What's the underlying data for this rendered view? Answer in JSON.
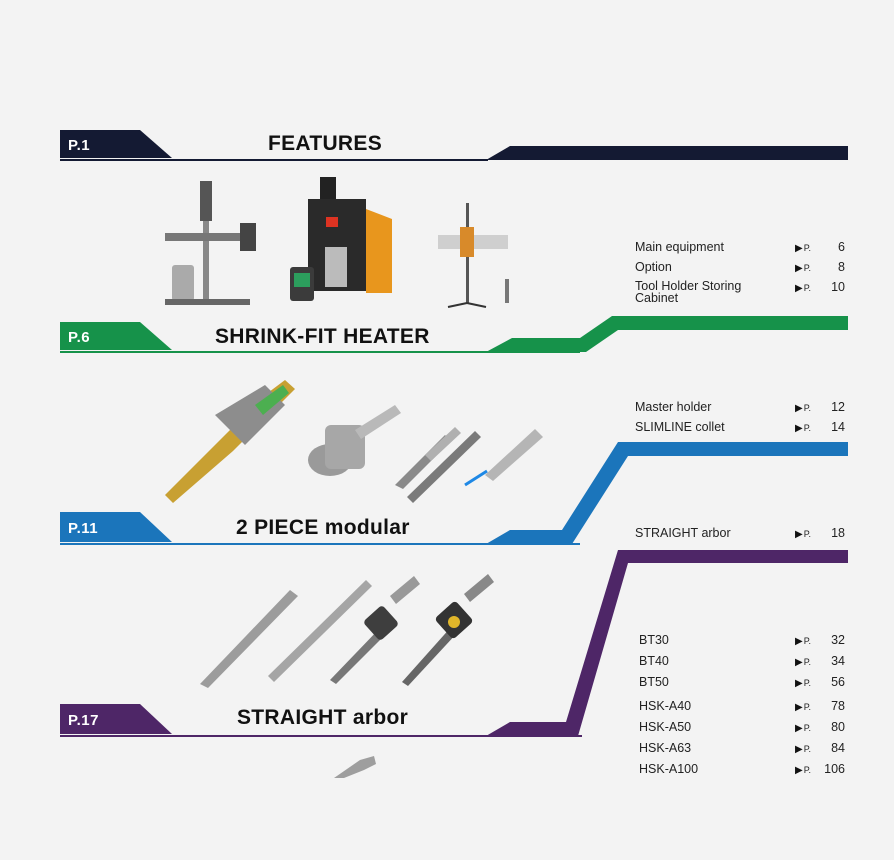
{
  "colors": {
    "features": "#141a33",
    "shrink_fit": "#16924a",
    "modular": "#1b75bb",
    "straight": "#4e2667"
  },
  "sections": [
    {
      "page_tag": "P.1",
      "title": "FEATURES",
      "icon": "machine-equipment-icon",
      "toc": [
        {
          "label": "Main equipment",
          "prefix": "P.",
          "page": "6"
        },
        {
          "label": "Option",
          "prefix": "P.",
          "page": "8"
        },
        {
          "label": "Tool Holder Storing Cabinet",
          "prefix": "P.",
          "page": "10"
        }
      ]
    },
    {
      "page_tag": "P.6",
      "title": "SHRINK-FIT HEATER",
      "icon": "holder-collet-icon",
      "toc": [
        {
          "label": "Master holder",
          "prefix": "P.",
          "page": "12"
        },
        {
          "label": "SLIMLINE collet",
          "prefix": "P.",
          "page": "14"
        }
      ]
    },
    {
      "page_tag": "P.11",
      "title": "2 PIECE modular",
      "icon": "straight-arbor-icon",
      "toc": [
        {
          "label": "STRAIGHT arbor",
          "prefix": "P.",
          "page": "18"
        }
      ]
    },
    {
      "page_tag": "P.17",
      "title": "STRAIGHT arbor",
      "icon": "tool-holder-icon",
      "toc": [
        {
          "label": "BT30",
          "prefix": "P.",
          "page": "32"
        },
        {
          "label": "BT40",
          "prefix": "P.",
          "page": "34"
        },
        {
          "label": "BT50",
          "prefix": "P.",
          "page": "56"
        },
        {
          "label": "HSK-A40",
          "prefix": "P.",
          "page": "78"
        },
        {
          "label": "HSK-A50",
          "prefix": "P.",
          "page": "80"
        },
        {
          "label": "HSK-A63",
          "prefix": "P.",
          "page": "84"
        },
        {
          "label": "HSK-A100",
          "prefix": "P.",
          "page": "106"
        }
      ]
    }
  ]
}
